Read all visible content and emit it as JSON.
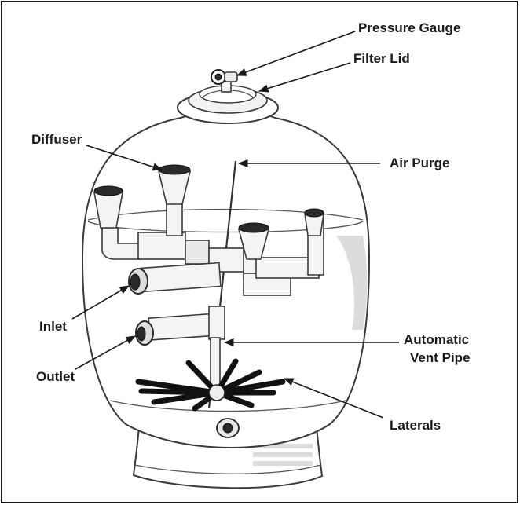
{
  "labels": {
    "pressure_gauge": "Pressure Gauge",
    "filter_lid": "Filter Lid",
    "diffuser": "Diffuser",
    "air_purge": "Air Purge",
    "inlet": "Inlet",
    "outlet": "Outlet",
    "automatic_vent_pipe_line1": "Automatic",
    "automatic_vent_pipe_line2": "Vent Pipe",
    "laterals": "Laterals"
  },
  "colors": {
    "line": "#1a1a1a",
    "outline": "#3a3a3a",
    "background": "#ffffff"
  }
}
